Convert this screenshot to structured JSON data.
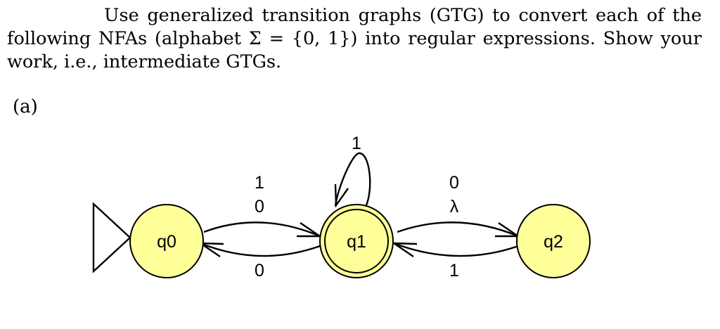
{
  "problem": {
    "text": "Use generalized transition graphs (GTG) to convert each of the following NFAs (alphabet Σ = {0, 1}) into regular expressions. Show your work, i.e., intermediate GTGs."
  },
  "part": {
    "label": "(a)"
  },
  "automaton": {
    "colors": {
      "state_fill": "#ffff99",
      "stroke": "#000000"
    },
    "states": [
      {
        "name": "q0",
        "initial": true,
        "accepting": false
      },
      {
        "name": "q1",
        "initial": false,
        "accepting": true
      },
      {
        "name": "q2",
        "initial": false,
        "accepting": false
      }
    ],
    "transitions": [
      {
        "from": "q0",
        "to": "q1",
        "label_top": "1",
        "label_bottom": "0"
      },
      {
        "from": "q1",
        "to": "q0",
        "label": "0"
      },
      {
        "from": "q1",
        "to": "q1",
        "label": "1"
      },
      {
        "from": "q1",
        "to": "q2",
        "label_top": "0",
        "label_bottom": "λ"
      },
      {
        "from": "q2",
        "to": "q1",
        "label": "1"
      }
    ]
  }
}
